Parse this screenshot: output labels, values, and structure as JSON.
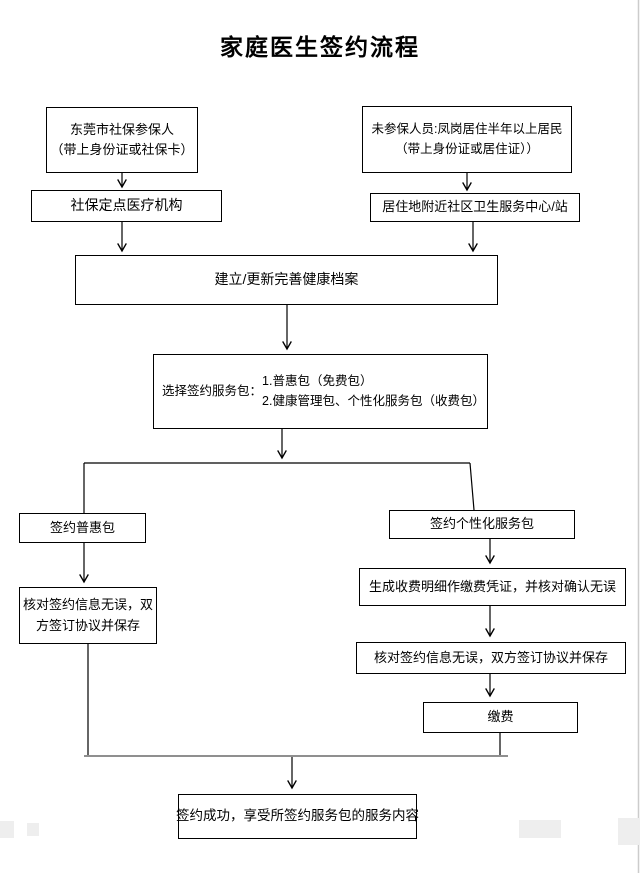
{
  "page": {
    "title": "家庭医生签约流程"
  },
  "nodes": {
    "insured": {
      "line1": "东莞市社保参保人",
      "line2": "（带上身份证或社保卡）"
    },
    "social_security_org": {
      "label": "社保定点医疗机构"
    },
    "uninsured": {
      "line1": "未参保人员:凤岗居住半年以上居民",
      "line2": "（带上身份证或居住证））"
    },
    "community_center": {
      "label": "居住地附近社区卫生服务中心/站"
    },
    "health_record": {
      "label": "建立/更新完善健康档案"
    },
    "choose_package": {
      "label": "选择签约服务包：",
      "option1": "1.普惠包（免费包）",
      "option2": "2.健康管理包、个性化服务包（收费包）"
    },
    "sign_basic": {
      "label": "签约普惠包"
    },
    "sign_personalized": {
      "label": "签约个性化服务包"
    },
    "verify_left": {
      "line1": "核对签约信息无误，双",
      "line2": "方签订协议并保存"
    },
    "generate_bill": {
      "label": "生成收费明细作缴费凭证，并核对确认无误"
    },
    "verify_right": {
      "label": "核对签约信息无误，双方签订协议并保存"
    },
    "pay": {
      "label": "缴费"
    },
    "success": {
      "label": "签约成功，享受所签约服务包的服务内容"
    }
  },
  "colors": {
    "line": "#000000",
    "merge_line": "#8f8f8f",
    "edge_line": "#cccccc"
  }
}
